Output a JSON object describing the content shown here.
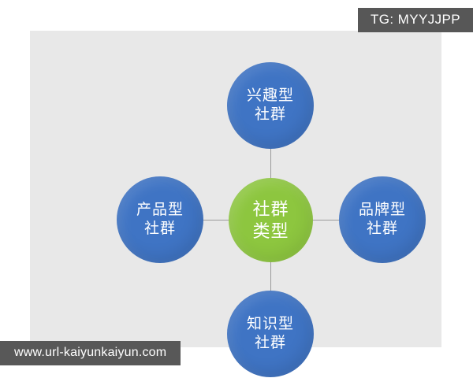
{
  "overlays": {
    "tg_badge": "TG: MYYJJPP",
    "watermark": "www.url-kaiyunkaiyun.com",
    "badge_bg": "#575757",
    "watermark_bg": "#585858"
  },
  "diagram": {
    "background": "#e8e8e8",
    "connector_color": "#9a9a9a",
    "center": {
      "id": "community-type",
      "color": "#8dc63f",
      "lines": [
        "社群",
        "类型"
      ]
    },
    "branches": [
      {
        "id": "interest",
        "position": "top",
        "color": "#3f74c4",
        "lines": [
          "兴趣型",
          "社群"
        ]
      },
      {
        "id": "product",
        "position": "left",
        "color": "#3f74c4",
        "lines": [
          "产品型",
          "社群"
        ]
      },
      {
        "id": "brand",
        "position": "right",
        "color": "#3f74c4",
        "lines": [
          "品牌型",
          "社群"
        ]
      },
      {
        "id": "knowledge",
        "position": "bottom",
        "color": "#3f74c4",
        "lines": [
          "知识型",
          "社群"
        ]
      }
    ]
  }
}
